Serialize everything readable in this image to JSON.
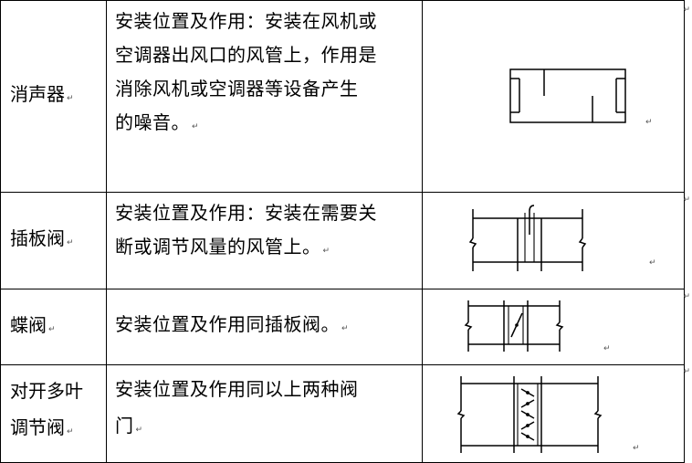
{
  "rows": [
    {
      "name": "消声器",
      "desc": [
        "安装位置及作用：安装在风机或",
        "空调器出风口的风管上，作用是",
        "消除风机或空调器等设备产生",
        "的噪音。"
      ],
      "icon": "muffler-symbol-icon"
    },
    {
      "name": "插板阀",
      "desc": [
        "安装位置及作用：安装在需要关",
        "断或调节风量的风管上。"
      ],
      "icon": "gate-damper-symbol-icon"
    },
    {
      "name": "蝶阀",
      "desc": [
        "安装位置及作用同插板阀。"
      ],
      "icon": "butterfly-damper-symbol-icon"
    },
    {
      "name": [
        "对开多叶",
        "调节阀"
      ],
      "desc": [
        "安装位置及作用同以上两种阀",
        "门"
      ],
      "icon": "multi-leaf-damper-symbol-icon"
    }
  ],
  "paragraph_mark": "↵"
}
